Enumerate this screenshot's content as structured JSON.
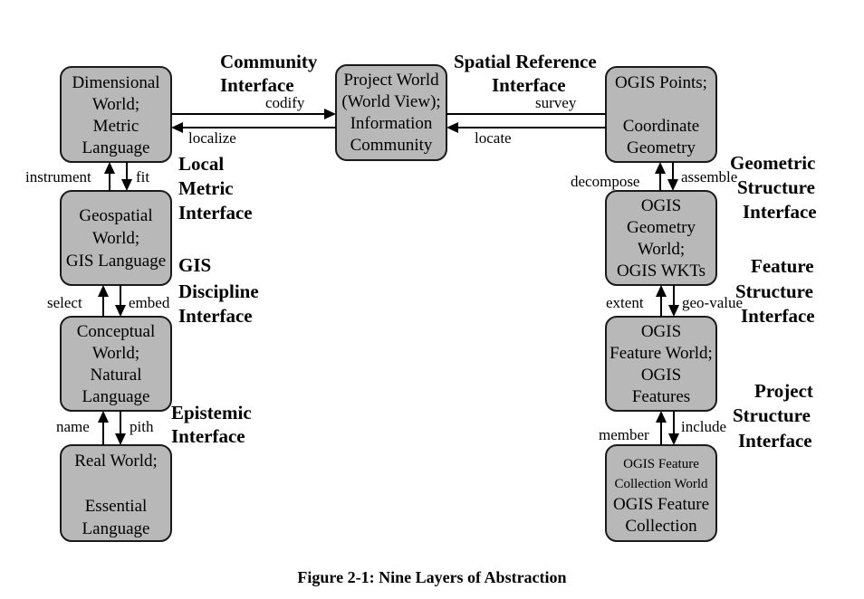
{
  "boxes": {
    "dimensional": [
      "Dimensional",
      "World;",
      "Metric",
      "Language"
    ],
    "geospatial": [
      "Geospatial",
      "World;",
      "GIS Language"
    ],
    "conceptual": [
      "Conceptual",
      "World;",
      "Natural",
      "Language"
    ],
    "real": [
      "Real World;",
      "",
      "Essential",
      "Language"
    ],
    "project": [
      "Project World",
      "(World View);",
      "Information",
      "Community"
    ],
    "ogis_points": [
      "OGIS Points;",
      "",
      "Coordinate",
      "Geometry"
    ],
    "ogis_geometry": [
      "OGIS",
      "Geometry",
      "World;",
      "OGIS  WKTs"
    ],
    "ogis_feature": [
      "OGIS",
      "Feature World;",
      "OGIS",
      "Features"
    ],
    "ogis_collection_small": [
      "OGIS Feature",
      "Collection World"
    ],
    "ogis_collection": [
      "OGIS Feature",
      "Collection"
    ]
  },
  "arrow_labels": {
    "codify": "codify",
    "localize": "localize",
    "survey": "survey",
    "locate": "locate",
    "instrument": "instrument",
    "fit": "fit",
    "select": "select",
    "embed": "embed",
    "name": "name",
    "pith": "pith",
    "decompose": "decompose",
    "assemble": "assemble",
    "extent": "extent",
    "geo_value": "geo-value",
    "member": "member",
    "include": "include"
  },
  "interfaces": {
    "community": [
      "Community",
      "Interface"
    ],
    "spatial_reference": [
      "Spatial Reference",
      "Interface"
    ],
    "local_metric": [
      "Local",
      "Metric",
      "Interface"
    ],
    "gis_discipline": [
      "GIS",
      "Discipline",
      "Interface"
    ],
    "epistemic": [
      "Epistemic",
      "Interface"
    ],
    "geometric_structure": [
      "Geometric",
      "Structure",
      "Interface"
    ],
    "feature_structure": [
      "Feature",
      "Structure",
      "Interface"
    ],
    "project_structure": [
      "Project",
      "Structure",
      "Interface"
    ]
  },
  "caption": "Figure 2-1: Nine Layers of Abstraction"
}
